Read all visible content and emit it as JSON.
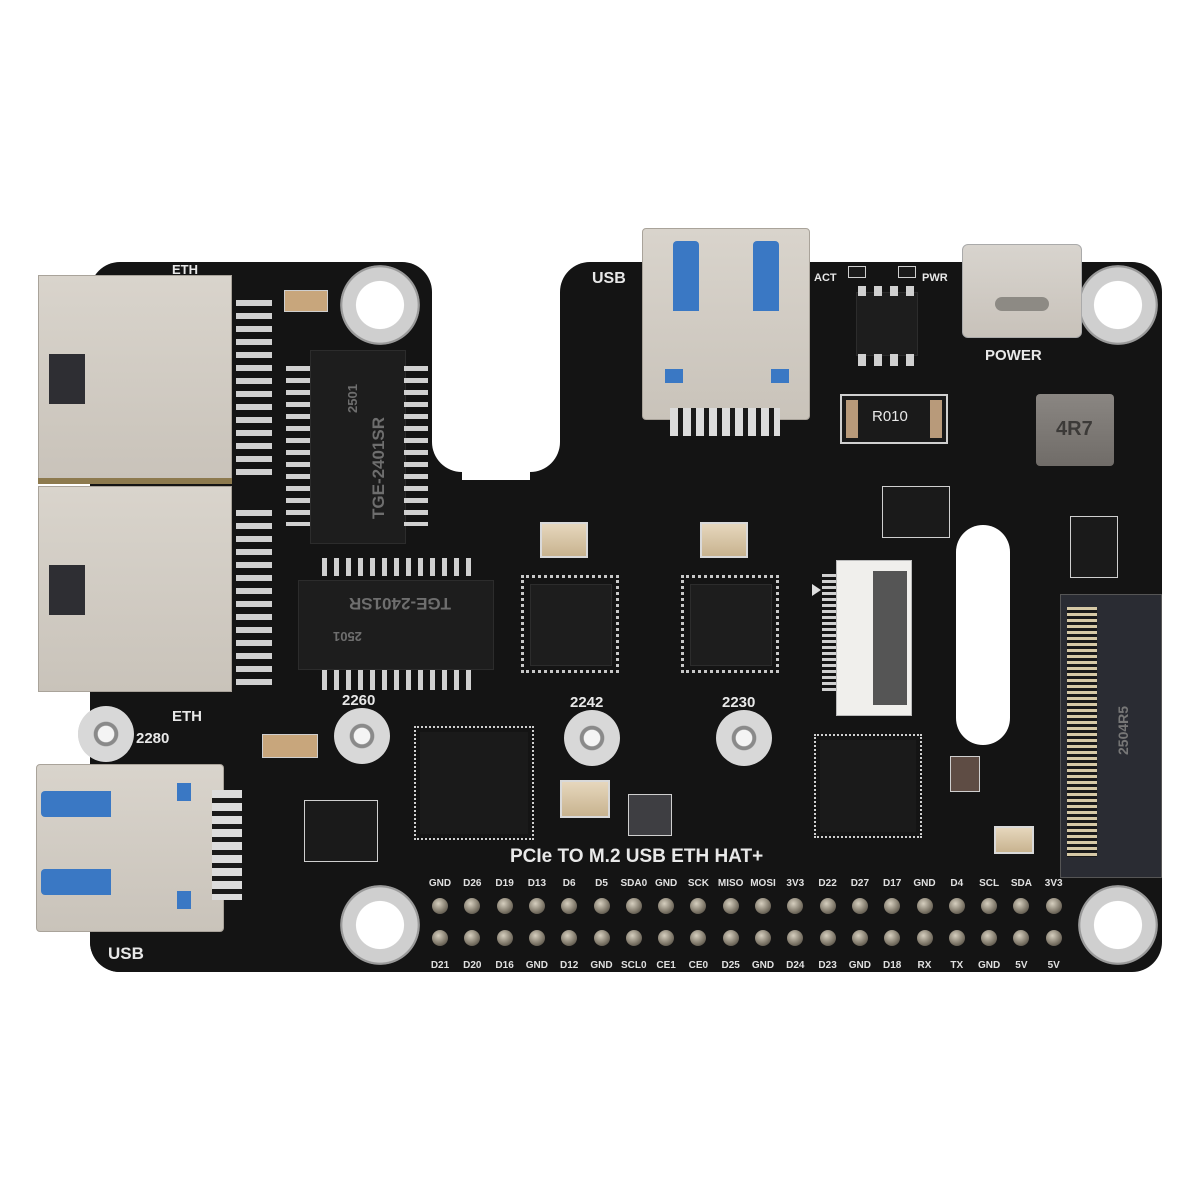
{
  "board": {
    "title": "PCIe TO M.2 USB ETH HAT+",
    "background_color": "#ffffff",
    "pcb_color": "#141414",
    "silkscreen_color": "#e8e8e8"
  },
  "labels": {
    "eth_top": "ETH",
    "eth_bottom": "ETH",
    "usb_top": "USB",
    "usb_bottom": "USB",
    "power": "POWER",
    "act": "ACT",
    "pwr": "PWR",
    "m2_2280": "2280",
    "m2_2260": "2260",
    "m2_2242": "2242",
    "m2_2230": "2230"
  },
  "components": {
    "transformer_1": {
      "part": "TGE-2401SR",
      "date": "2501"
    },
    "transformer_2": {
      "part": "TGE-2401SR",
      "date": "2501"
    },
    "current_sense_resistor": "R010",
    "inductor": "4R7",
    "m2_slot_marking": "2504R5",
    "icons": {
      "rj45_top": "ethernet-port-icon",
      "rj45_bottom": "ethernet-port-icon",
      "usb_a_top": "usb-port-icon",
      "usb_a_bottom": "usb-port-icon",
      "usb_c": "usb-c-port-icon",
      "ffc": "ffc-connector-icon",
      "m2": "m2-slot-icon"
    }
  },
  "gpio": {
    "top_row": [
      "GND",
      "D26",
      "D19",
      "D13",
      "D6",
      "D5",
      "SDA0",
      "GND",
      "SCK",
      "MISO",
      "MOSI",
      "3V3",
      "D22",
      "D27",
      "D17",
      "GND",
      "D4",
      "SCL",
      "SDA",
      "3V3"
    ],
    "bottom_row": [
      "D21",
      "D20",
      "D16",
      "GND",
      "D12",
      "GND",
      "SCL0",
      "CE1",
      "CE0",
      "D25",
      "GND",
      "D24",
      "D23",
      "GND",
      "D18",
      "RX",
      "TX",
      "GND",
      "5V",
      "5V"
    ]
  }
}
